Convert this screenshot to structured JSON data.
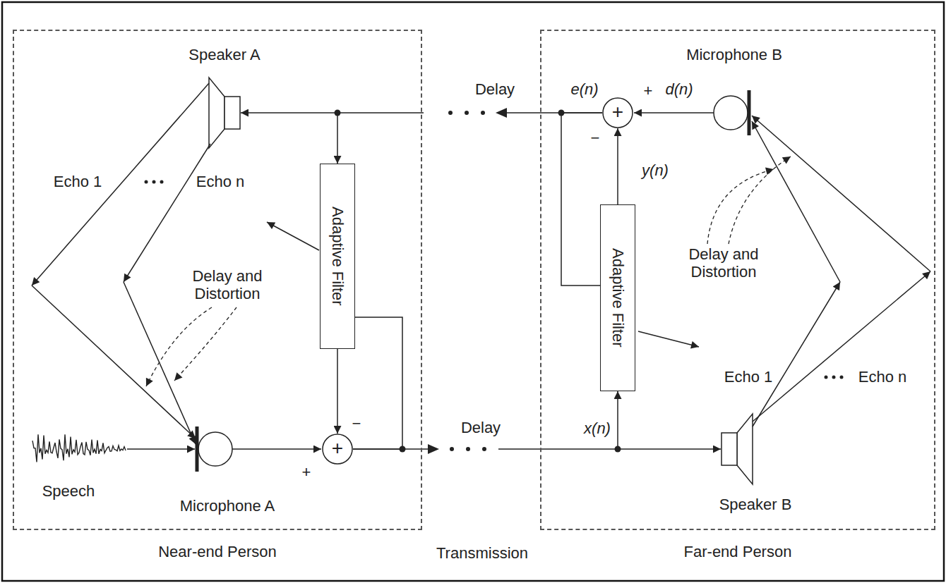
{
  "diagram": {
    "nodes": [
      {
        "text": [
          "Near-end Person"
        ]
      },
      {
        "text": [
          "Adaptive Filter"
        ],
        "in": 0
      },
      {
        "text": [
          "+"
        ],
        "in": 0
      },
      {
        "text": [
          "Far-end Person"
        ]
      },
      {
        "text": [
          "+"
        ],
        "in": 3
      },
      {
        "text": [
          "Adaptive Filter"
        ],
        "in": 3
      }
    ],
    "edges": [
      {
        "from": 1,
        "to": 2,
        "arrow": "to"
      },
      {
        "from": 2,
        "to": 1,
        "arrow": "none"
      },
      {
        "from": 2,
        "to": 5,
        "arrow": "to"
      },
      {
        "from": 4,
        "to": 1,
        "arrow": "to"
      },
      {
        "from": 4,
        "to": 5,
        "arrow": "none"
      },
      {
        "from": 5,
        "to": 4,
        "arrow": "to"
      }
    ],
    "labels": [
      "Speaker A",
      "Echo 1",
      "Echo n",
      "Delay and Distortion",
      "Speech",
      "Microphone A",
      "+",
      "−",
      "Delay",
      "e(n)",
      "+",
      "d(n)",
      "−",
      "y(n)",
      "Microphone B",
      "Delay and Distortion",
      "Echo 1",
      "Echo n",
      "x(n)",
      "Speaker B",
      "Delay",
      "Transmission"
    ]
  }
}
